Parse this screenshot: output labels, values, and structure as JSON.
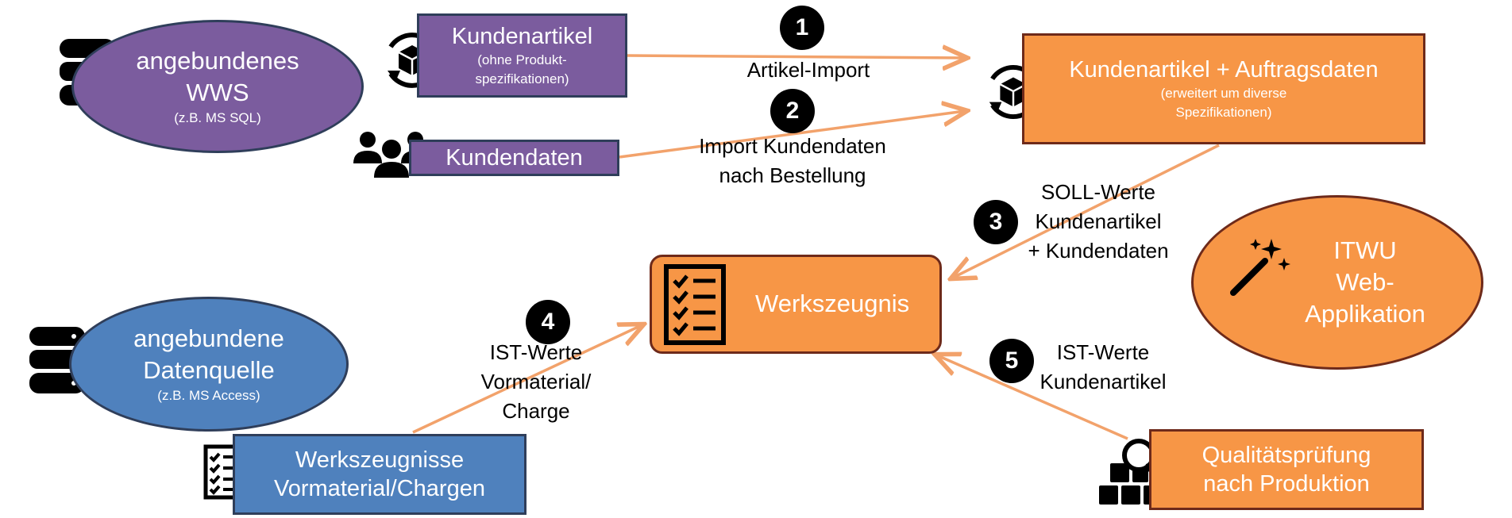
{
  "nodes": {
    "wws": {
      "title_line1": "angebundenes",
      "title_line2": "WWS",
      "sub": "(z.B. MS SQL)"
    },
    "kundenartikel": {
      "title": "Kundenartikel",
      "sub_line1": "(ohne Produkt-",
      "sub_line2": "spezifikationen)"
    },
    "kundendaten": {
      "title": "Kundendaten"
    },
    "auftragsdaten": {
      "title": "Kundenartikel + Auftragsdaten",
      "sub_line1": "(erweitert um diverse",
      "sub_line2": "Spezifikationen)"
    },
    "werkszeugnis": {
      "title": "Werkszeugnis"
    },
    "itwu": {
      "line1": "ITWU",
      "line2": "Web-",
      "line3": "Applikation"
    },
    "datenquelle": {
      "title_line1": "angebundene",
      "title_line2": "Datenquelle",
      "sub": "(z.B. MS Access)"
    },
    "werkszeugnisse_vm": {
      "line1": "Werkszeugnisse",
      "line2": "Vormaterial/Chargen"
    },
    "qualitaet": {
      "line1": "Qualitätsprüfung",
      "line2": "nach Produktion"
    }
  },
  "steps": [
    {
      "number": "1",
      "lines": [
        "Artikel-Import"
      ]
    },
    {
      "number": "2",
      "lines": [
        "Import Kundendaten",
        "nach Bestellung"
      ]
    },
    {
      "number": "3",
      "lines": [
        "SOLL-Werte",
        "Kundenartikel",
        "+ Kundendaten"
      ]
    },
    {
      "number": "4",
      "lines": [
        "IST-Werte",
        "Vormaterial/",
        "Charge"
      ]
    },
    {
      "number": "5",
      "lines": [
        "IST-Werte",
        "Kundenartikel"
      ]
    }
  ],
  "colors": {
    "purple": "#7b5c9e",
    "blue": "#4f81bd",
    "orange": "#f79646",
    "arrow": "#f2a26b"
  },
  "icons": [
    "database-icon",
    "package-sync-icon",
    "people-icon",
    "checklist-icon",
    "magic-wand-icon",
    "quality-inspection-icon"
  ]
}
